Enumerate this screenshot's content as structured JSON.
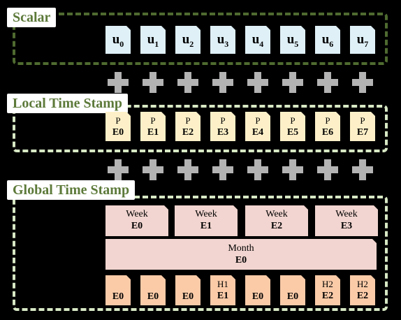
{
  "sections": {
    "scalar": {
      "title": "Scalar",
      "color": "#5d7a3a"
    },
    "local": {
      "title": "Local Time Stamp",
      "color": "#d7e8c4"
    },
    "global": {
      "title": "Global Time Stamp",
      "color": "#d7e8c4"
    }
  },
  "scalar_cells": [
    {
      "base": "u",
      "sub": "0"
    },
    {
      "base": "u",
      "sub": "1"
    },
    {
      "base": "u",
      "sub": "2"
    },
    {
      "base": "u",
      "sub": "3"
    },
    {
      "base": "u",
      "sub": "4"
    },
    {
      "base": "u",
      "sub": "5"
    },
    {
      "base": "u",
      "sub": "6"
    },
    {
      "base": "u",
      "sub": "7"
    }
  ],
  "local_cells": [
    {
      "top": "P",
      "bottom": "E0"
    },
    {
      "top": "P",
      "bottom": "E1"
    },
    {
      "top": "P",
      "bottom": "E2"
    },
    {
      "top": "P",
      "bottom": "E3"
    },
    {
      "top": "P",
      "bottom": "E4"
    },
    {
      "top": "P",
      "bottom": "E5"
    },
    {
      "top": "P",
      "bottom": "E6"
    },
    {
      "top": "P",
      "bottom": "E7"
    }
  ],
  "week_cells": [
    {
      "top": "Week",
      "bottom": "E0"
    },
    {
      "top": "Week",
      "bottom": "E1"
    },
    {
      "top": "Week",
      "bottom": "E2"
    },
    {
      "top": "Week",
      "bottom": "E3"
    }
  ],
  "month_cell": {
    "top": "Month",
    "bottom": "E0"
  },
  "hour_cells": [
    {
      "top": "",
      "bottom": "E0"
    },
    {
      "top": "",
      "bottom": "E0"
    },
    {
      "top": "",
      "bottom": "E0"
    },
    {
      "top": "H1",
      "bottom": "E1"
    },
    {
      "top": "",
      "bottom": "E0"
    },
    {
      "top": "",
      "bottom": "E0"
    },
    {
      "top": "H2",
      "bottom": "E2"
    },
    {
      "top": "H2",
      "bottom": "E2"
    }
  ],
  "colors": {
    "scalar_cell": "#dff0f7",
    "local_cell": "#fdf0c8",
    "week_month_cell": "#f2d5d0",
    "hour_cell": "#fbcba8",
    "plus": "#b3b3b3",
    "title_text": "#5d7a3a"
  }
}
